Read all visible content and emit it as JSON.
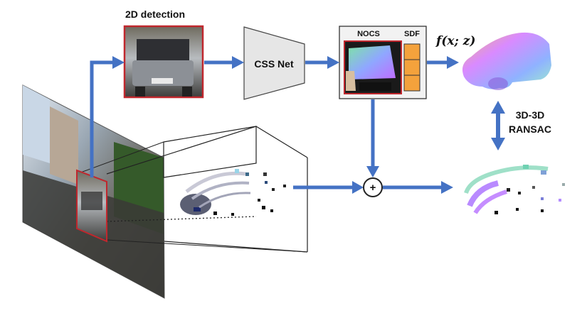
{
  "labels": {
    "detection_title": "2D detection",
    "css_net": "CSS Net",
    "nocs": "NOCS",
    "sdf": "SDF",
    "shape_function": "f(x; z)",
    "ransac_line1": "3D-3D",
    "ransac_line2": "RANSAC",
    "plus": "+"
  },
  "colors": {
    "arrow": "#4472c4",
    "crop_border": "#c0272d",
    "sdf_fill": "#f4a23c",
    "net_fill": "#e6e6e6",
    "panel_fill": "#f2f2f2"
  }
}
